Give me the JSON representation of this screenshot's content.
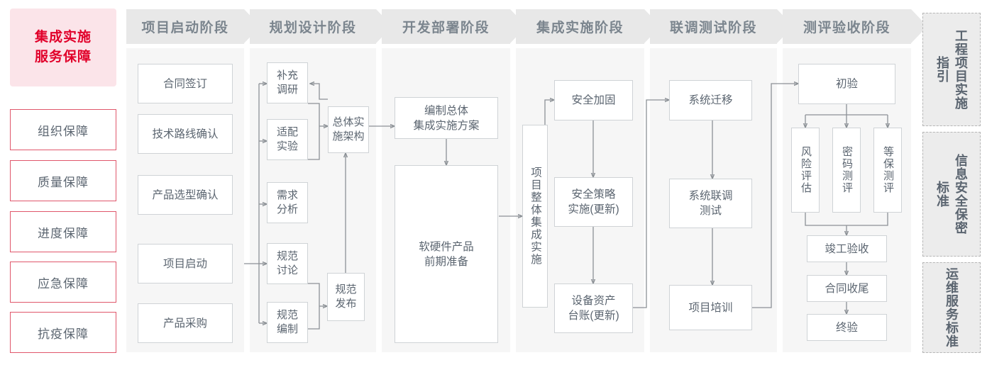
{
  "left_rail": {
    "title": "集成实施\n服务保障",
    "title_line1": "集成实施",
    "title_line2": "服务保障",
    "items": [
      {
        "label": "组织保障"
      },
      {
        "label": "质量保障"
      },
      {
        "label": "进度保障"
      },
      {
        "label": "应急保障"
      },
      {
        "label": "抗疫保障"
      }
    ]
  },
  "phases": [
    {
      "header": "项目启动阶段"
    },
    {
      "header": "规划设计阶段"
    },
    {
      "header": "开发部署阶段"
    },
    {
      "header": "集成实施阶段"
    },
    {
      "header": "联调测试阶段"
    },
    {
      "header": "测评验收阶段"
    }
  ],
  "nodes": {
    "p1": [
      {
        "label": "合同签订"
      },
      {
        "label": "技术路线确认"
      },
      {
        "label": "产品选型确认"
      },
      {
        "label": "项目启动"
      },
      {
        "label": "产品采购"
      }
    ],
    "p2": [
      {
        "label": "补充\n调研",
        "l1": "补充",
        "l2": "调研"
      },
      {
        "label": "适配\n实验",
        "l1": "适配",
        "l2": "实验"
      },
      {
        "label": "需求\n分析",
        "l1": "需求",
        "l2": "分析"
      },
      {
        "label": "规范\n讨论",
        "l1": "规范",
        "l2": "讨论"
      },
      {
        "label": "规范\n编制",
        "l1": "规范",
        "l2": "编制"
      },
      {
        "label": "总体实\n施架构",
        "l1": "总体实",
        "l2": "施架构"
      },
      {
        "label": "规范\n发布",
        "l1": "规范",
        "l2": "发布"
      }
    ],
    "p3": [
      {
        "label": "编制总体\n集成实施方案",
        "l1": "编制总体",
        "l2": "集成实施方案"
      },
      {
        "label": "软硬件产品\n前期准备",
        "l1": "软硬件产品",
        "l2": "前期准备"
      }
    ],
    "p4": [
      {
        "label": "项目整体集成实施"
      },
      {
        "label": "安全加固"
      },
      {
        "label": "安全策略\n实施(更新)",
        "l1": "安全策略",
        "l2": "实施(更新)"
      },
      {
        "label": "设备资产\n台账(更新)",
        "l1": "设备资产",
        "l2": "台账(更新)"
      }
    ],
    "p5": [
      {
        "label": "系统迁移"
      },
      {
        "label": "系统联调\n测试",
        "l1": "系统联调",
        "l2": "测试"
      },
      {
        "label": "项目培训"
      }
    ],
    "p6": [
      {
        "label": "初验"
      },
      {
        "label": "风险评估"
      },
      {
        "label": "密码测评"
      },
      {
        "label": "等保测评"
      },
      {
        "label": "竣工验收"
      },
      {
        "label": "合同收尾"
      },
      {
        "label": "终验"
      }
    ]
  },
  "right_rail": {
    "items": [
      {
        "label": "工程项目实施指引"
      },
      {
        "label": "信息安全保密标准"
      },
      {
        "label": "运维服务标准"
      }
    ]
  },
  "colors": {
    "accent_red": "#e1002a",
    "rail_border": "#e0576b",
    "title_bg": "#fbe4e9",
    "column_bg": "#f6f6f6",
    "header_bg": "#e8e8e8",
    "node_border": "#cfd3d6",
    "text_gray": "#5b6570",
    "wire": "#8c9196"
  }
}
